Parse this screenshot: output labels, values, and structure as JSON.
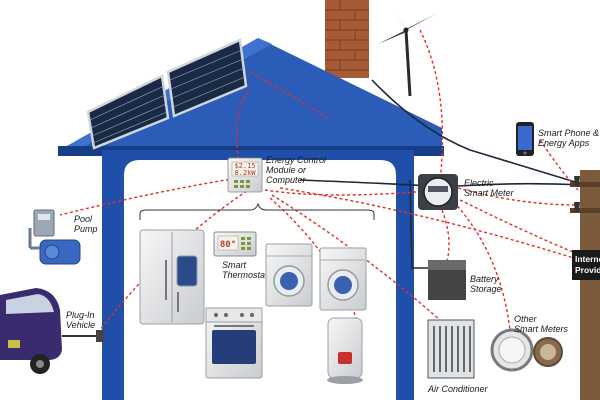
{
  "labels": {
    "energy_control": [
      "Energy Control",
      "Module or",
      "Computer"
    ],
    "electric_meter": [
      "Electric",
      "Smart  Meter"
    ],
    "smartphone": [
      "Smart Phone &",
      "Energy Apps"
    ],
    "pool_pump": [
      "Pool",
      "Pump"
    ],
    "plugin_vehicle": [
      "Plug-In",
      "Vehicle"
    ],
    "smart_thermostat": [
      "Smart",
      "Thermostat"
    ],
    "battery_storage": [
      "Battery",
      "Storage"
    ],
    "other_meters": [
      "Other",
      "Smart Meters"
    ],
    "air_conditioner": "Air Conditioner",
    "internet_provider": [
      "Interne",
      "Provid"
    ]
  },
  "displays": {
    "module_line1": "$2.15",
    "module_line2": "8.2kW",
    "thermostat": "80°"
  },
  "colors": {
    "house_blue": "#1f4fa8",
    "roof_blue": "#2a5cb8",
    "wire_red": "#e0302a",
    "chimney": "#a65a35",
    "vehicle": "#3a2a6e",
    "pole": "#7a5a3a"
  }
}
